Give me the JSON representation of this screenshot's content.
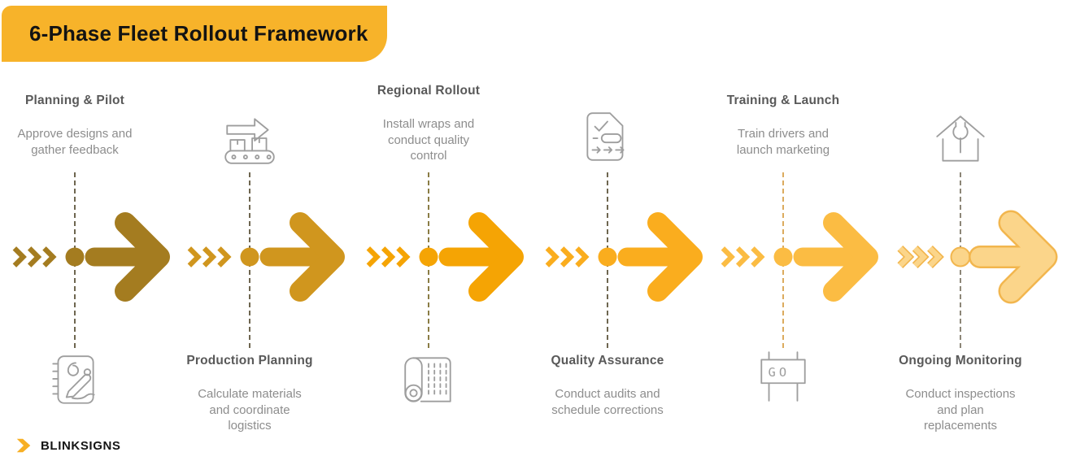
{
  "header": {
    "title": "6-Phase Fleet Rollout Framework",
    "bg_color": "#F7B32A"
  },
  "phases": [
    {
      "title": "Planning & Pilot",
      "description": "Approve designs and gather feedback",
      "text_position": "top",
      "icon": "notebook-pen",
      "colors": {
        "arrow": "#A47C20",
        "dash": "#6E6650"
      }
    },
    {
      "title": "Production Planning",
      "description": "Calculate materials and coordinate logistics",
      "text_position": "bottom",
      "icon": "conveyor-belt",
      "colors": {
        "arrow": "#D0961E",
        "dash": "#6E6650"
      }
    },
    {
      "title": "Regional Rollout",
      "description": "Install wraps and conduct quality control",
      "text_position": "top",
      "icon": "vinyl-roll",
      "colors": {
        "arrow": "#F5A404",
        "dash": "#8A7C45"
      }
    },
    {
      "title": "Quality Assurance",
      "description": "Conduct audits and schedule corrections",
      "text_position": "bottom",
      "icon": "checklist-document",
      "colors": {
        "arrow": "#FAAD1E",
        "dash": "#6E6650"
      }
    },
    {
      "title": "Training & Launch",
      "description": "Train drivers and launch marketing",
      "text_position": "top",
      "icon": "go-sign",
      "icon_label": "GO",
      "colors": {
        "arrow": "#FBBC43",
        "dash": "#DCAB5E"
      }
    },
    {
      "title": "Ongoing Monitoring",
      "description": "Conduct inspections and plan replacements",
      "text_position": "bottom",
      "icon": "house-wrench",
      "colors": {
        "arrow": "#FBD58A",
        "arrow_outline": "#F2B64E",
        "dash": "#8C8677"
      }
    }
  ],
  "footer": {
    "brand": "BLINKSIGNS",
    "chevron_color": "#F7AF24"
  }
}
